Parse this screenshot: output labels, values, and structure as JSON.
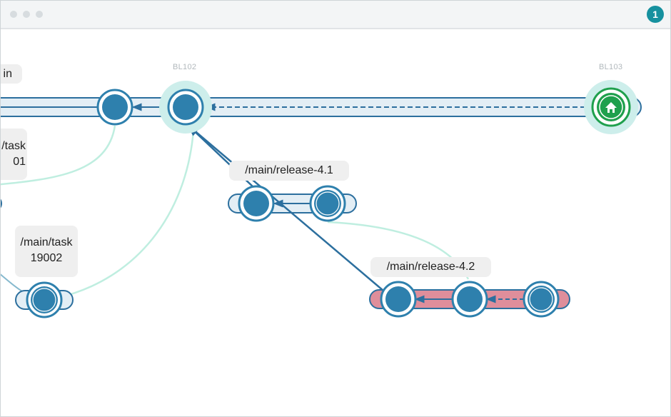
{
  "notification_badge": {
    "count": "1"
  },
  "baselines": {
    "bl102": "BL102",
    "bl103": "BL103"
  },
  "streams": {
    "main_partial": {
      "label": "in"
    },
    "task_partial": {
      "label_line1": "/task",
      "label_line2": "01"
    },
    "task_19002": {
      "label_line1": "/main/task",
      "label_line2": "19002"
    },
    "release_41": {
      "label": "/main/release-4.1"
    },
    "release_42": {
      "label": "/main/release-4.2"
    }
  },
  "icons": {
    "home": "home-icon"
  },
  "colors": {
    "node_blue": "#2e80ad",
    "stream_outline": "#2c6f9e",
    "stream_fill": "#e3eef5",
    "release_42_fill": "#df8e9b",
    "halo": "#cdeeeb",
    "merge_line": "#bfeee0",
    "home_green": "#1fa04d"
  }
}
